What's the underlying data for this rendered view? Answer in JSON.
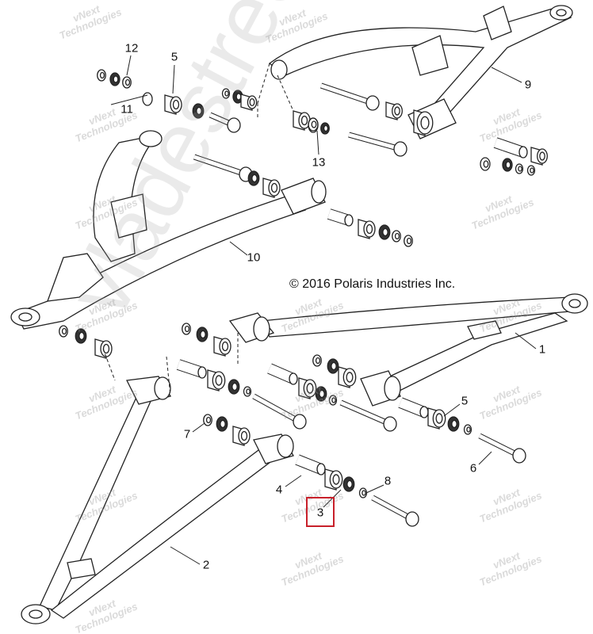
{
  "diagram": {
    "copyright": "© 2016 Polaris Industries Inc.",
    "watermark_brand": "vladestreetlife.ru",
    "watermark_tile": [
      "vNext",
      "Technologies"
    ],
    "highlight_color": "#c8202a",
    "highlighted_callout": "3",
    "callouts": {
      "c12": "12",
      "c11": "11",
      "c5a": "5",
      "c9": "9",
      "c13": "13",
      "c10": "10",
      "c1": "1",
      "c5b": "5",
      "c7": "7",
      "c6": "6",
      "c4": "4",
      "c8": "8",
      "c3": "3",
      "c2": "2"
    }
  }
}
